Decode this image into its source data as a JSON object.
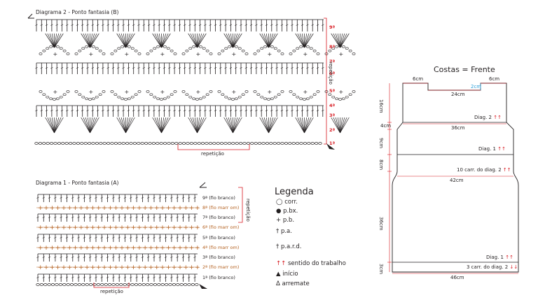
{
  "diagram2": {
    "title": "Diagrama 2 - Ponto fantasia (B)",
    "rows": [
      "9ª",
      "8ª",
      "7ª",
      "6ª",
      "5ª",
      "4ª",
      "3ª",
      "2ª",
      "1ª"
    ],
    "repeat_side": "repetição",
    "repeat_bottom": "repetição"
  },
  "diagram1": {
    "title": "Diagrama 1 - Ponto fantasia (A)",
    "rows": [
      {
        "label": "9ª (fio branco)",
        "color": "#231f20"
      },
      {
        "label": "8ª (fio marr om)",
        "color": "#b35f1d"
      },
      {
        "label": "7ª (fio branco)",
        "color": "#231f20"
      },
      {
        "label": "6ª (fio marr om)",
        "color": "#b35f1d"
      },
      {
        "label": "5ª (fio branco)",
        "color": "#231f20"
      },
      {
        "label": "4ª (fio marr om)",
        "color": "#b35f1d"
      },
      {
        "label": "3ª (fio branco)",
        "color": "#231f20"
      },
      {
        "label": "2ª (fio marr om)",
        "color": "#b35f1d"
      },
      {
        "label": "1ª (fio branco)",
        "color": "#231f20"
      }
    ],
    "repeat_side": "repetição",
    "repeat_bottom": "repetição"
  },
  "legend": {
    "title": "Legenda",
    "items": [
      {
        "icon": "chain-icon",
        "label": "corr."
      },
      {
        "icon": "slip-stitch-icon",
        "label": "p.bx."
      },
      {
        "icon": "single-crochet-icon",
        "label": "p.b."
      },
      {
        "icon": "double-crochet-icon",
        "label": "p.a."
      },
      {
        "icon": "front-post-double-crochet-icon",
        "label": "p.a.r.d."
      },
      {
        "icon": "work-direction-icon",
        "label": "sentido do trabalho"
      },
      {
        "icon": "start-icon",
        "label": "início"
      },
      {
        "icon": "finish-icon",
        "label": "arremate"
      }
    ]
  },
  "schematic": {
    "title": "Costas = Frente",
    "top_left": "6cm",
    "top_right": "6cm",
    "neck_depth": "2cm",
    "neck_width": "24cm",
    "side_16": "16cm",
    "side_4": "4cm",
    "width_36": "36cm",
    "side_9": "9cm",
    "side_8": "8cm",
    "width_42": "42cm",
    "side_36": "36cm",
    "side_3": "3cm",
    "width_46": "46cm",
    "diag2_label": "Diag. 2",
    "diag1_label_top": "Diag. 1",
    "carr_label": "10 carr. do diag. 2",
    "diag1_label_bottom": "Diag. 1",
    "carr_bottom_label": "3 carr. do diag. 2",
    "colors": {
      "line": "#231f20",
      "accent": "#d71920",
      "blue": "#2b9fd9"
    }
  }
}
